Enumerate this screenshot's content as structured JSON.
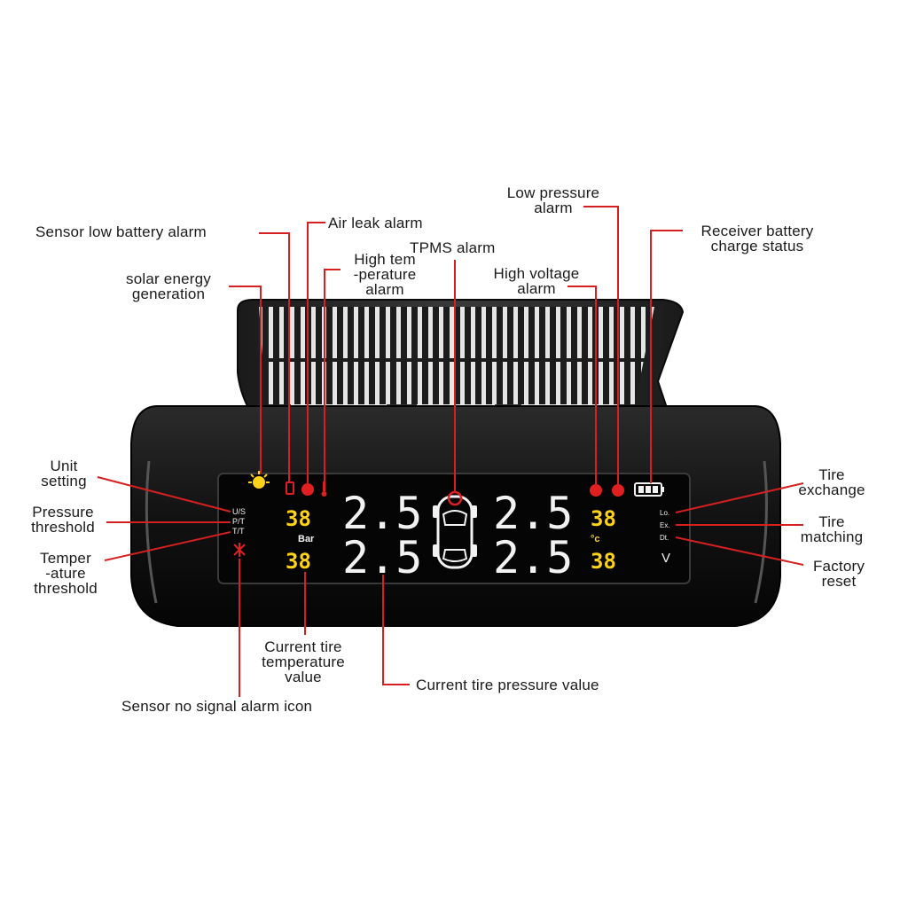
{
  "labels": {
    "sensor_low_battery": [
      "Sensor low battery alarm"
    ],
    "air_leak": [
      "Air leak alarm"
    ],
    "low_pressure": [
      "Low pressure",
      "alarm"
    ],
    "receiver_battery": [
      "Receiver battery",
      "charge status"
    ],
    "tpms": [
      "TPMS alarm"
    ],
    "high_temp": [
      "High tem",
      "-perature",
      "alarm"
    ],
    "high_voltage": [
      "High voltage",
      "alarm"
    ],
    "solar": [
      "solar energy",
      "generation"
    ],
    "unit_setting": [
      "Unit",
      "setting"
    ],
    "pressure_threshold": [
      "Pressure",
      "threshold"
    ],
    "temperature_threshold": [
      "Temper",
      "-ature",
      "threshold"
    ],
    "tire_exchange": [
      "Tire",
      "exchange"
    ],
    "tire_matching": [
      "Tire",
      "matching"
    ],
    "factory_reset": [
      "Factory",
      "reset"
    ],
    "current_temperature": [
      "Current tire",
      "temperature",
      "value"
    ],
    "current_pressure": [
      "Current tire pressure value"
    ],
    "sensor_no_signal": [
      "Sensor no signal alarm icon"
    ]
  },
  "display": {
    "pressure_front_left": "2.5",
    "pressure_rear_left": "2.5",
    "pressure_front_right": "2.5",
    "pressure_rear_right": "2.5",
    "temp_front_left": "38",
    "temp_rear_left": "38",
    "temp_front_right": "38",
    "temp_rear_right": "38",
    "unit_pressure": "Bar",
    "unit_temp": "°c",
    "unit_voltage": "V",
    "menu_left": [
      "U/S",
      "P/T",
      "T/T"
    ],
    "menu_right": [
      "Lo.",
      "Ex.",
      "Dt."
    ]
  },
  "colors": {
    "leader": "#d42020",
    "lcd_white": "#f2f2f2",
    "lcd_yellow": "#ffd21a",
    "lcd_red": "#e02020",
    "body": "#141414"
  }
}
